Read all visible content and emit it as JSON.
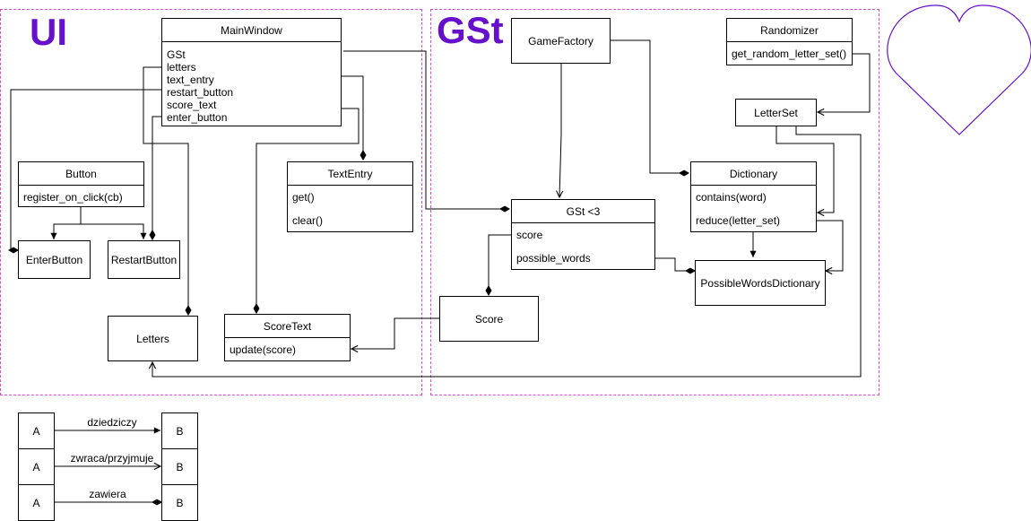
{
  "regions": {
    "ui": {
      "label": "UI",
      "color": "#6610cc"
    },
    "gst": {
      "label": "GSt",
      "color": "#6610cc"
    }
  },
  "classes": {
    "main_window": {
      "name": "MainWindow",
      "fields": [
        "GSt",
        "letters",
        "text_entry",
        "restart_button",
        "score_text",
        "enter_button"
      ]
    },
    "button": {
      "name": "Button",
      "methods": [
        "register_on_click(cb)"
      ]
    },
    "enter_button": {
      "name": "EnterButton"
    },
    "restart_button": {
      "name": "RestartButton"
    },
    "text_entry": {
      "name": "TextEntry",
      "methods": [
        "get()",
        "clear()"
      ]
    },
    "letters": {
      "name": "Letters"
    },
    "score_text": {
      "name": "ScoreText",
      "methods": [
        "update(score)"
      ]
    },
    "game_factory": {
      "name": "GameFactory"
    },
    "randomizer": {
      "name": "Randomizer",
      "methods": [
        "get_random_letter_set()"
      ]
    },
    "letter_set": {
      "name": "LetterSet"
    },
    "dictionary": {
      "name": "Dictionary",
      "methods": [
        "contains(word)",
        "reduce(letter_set)"
      ]
    },
    "gst": {
      "name": "GSt <3",
      "fields": [
        "score",
        "possible_words"
      ]
    },
    "score": {
      "name": "Score"
    },
    "possible_words_dictionary": {
      "name": "PossibleWordsDictionary"
    }
  },
  "legend": [
    {
      "a": "A",
      "b": "B",
      "label": "dziedziczy",
      "arrow": "filled-triangle"
    },
    {
      "a": "A",
      "b": "B",
      "label": "zwraca/przyjmuje",
      "arrow": "open"
    },
    {
      "a": "A",
      "b": "B",
      "label": "zawiera",
      "arrow": "diamond"
    }
  ],
  "colors": {
    "region_border": "#d94ad9",
    "heart": "#6610cc",
    "title": "#6610cc"
  }
}
